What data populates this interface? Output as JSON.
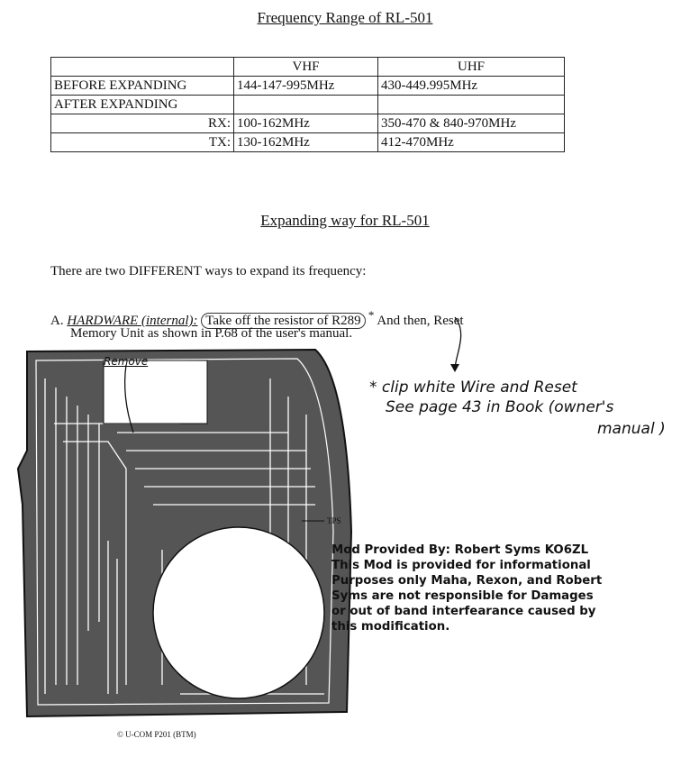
{
  "title1": "Frequency Range of RL-501",
  "table": {
    "headers": [
      "",
      "VHF",
      "UHF"
    ],
    "rows": [
      [
        "BEFORE EXPANDING",
        "144-147-995MHz",
        "430-449.995MHz"
      ],
      [
        "AFTER EXPANDING",
        "",
        ""
      ],
      [
        "RX:",
        "100-162MHz",
        "350-470 & 840-970MHz"
      ],
      [
        "TX:",
        "130-162MHz",
        "412-470MHz"
      ]
    ]
  },
  "title2": "Expanding way for RL-501",
  "intro": "There are two DIFFERENT ways to expand its frequency:",
  "step_a": {
    "prefix": "A.",
    "label": "HARDWARE (internal):",
    "circled": "Take off the resistor of R289",
    "rest": "And then, Reset",
    "line2": "Memory Unit as shown in P.68 of the user's manual."
  },
  "pcb": {
    "remove_label": "Remove",
    "tp_label": "TPS",
    "caption": "© U-COM  P201 (BTM)"
  },
  "handwritten": [
    "* clip white Wire and Reset",
    "See page  43  in Book (owner's",
    "manual )"
  ],
  "disclaimer": [
    "Mod Provided By: Robert Syms KO6ZL",
    "This Mod is provided for informational",
    "Purposes only Maha, Rexon, and Robert",
    "Syms are not responsible for Damages",
    "or out of band interfearance caused by",
    "this modification."
  ]
}
